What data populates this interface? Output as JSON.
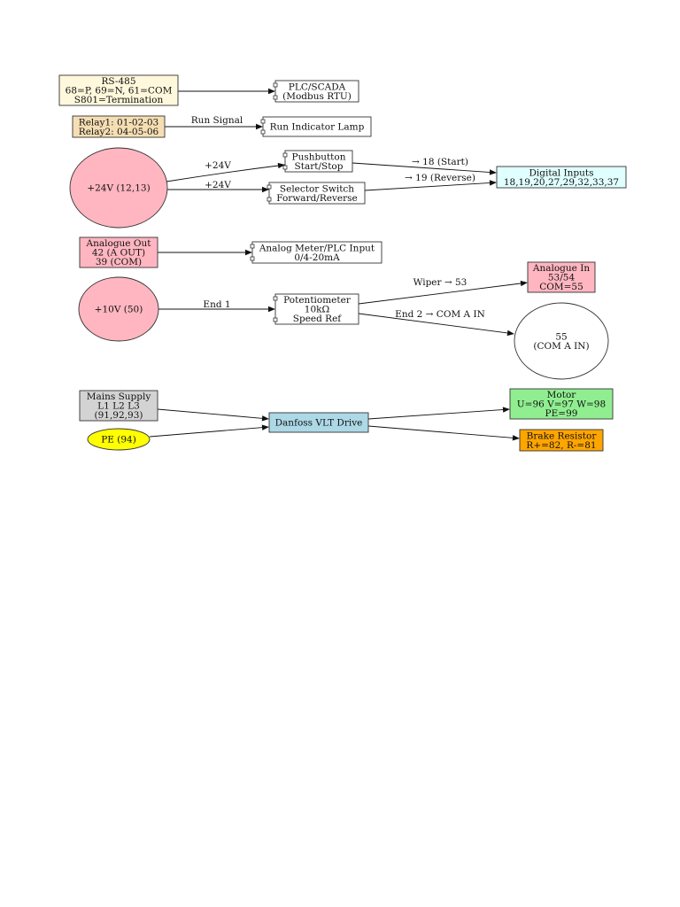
{
  "diagram": {
    "nodes": {
      "rs485": {
        "lines": [
          "RS-485",
          "68=P, 69=N, 61=COM",
          "S801=Termination"
        ],
        "fill": "#fff8dc"
      },
      "plc_scada": {
        "lines": [
          "PLC/SCADA",
          "(Modbus RTU)"
        ],
        "fill": "#ffffff"
      },
      "relays": {
        "lines": [
          "Relay1: 01-02-03",
          "Relay2: 04-05-06"
        ],
        "fill": "#f5deb3"
      },
      "run_lamp": {
        "lines": [
          "Run Indicator Lamp"
        ],
        "fill": "#ffffff"
      },
      "supply_24v": {
        "lines": [
          "+24V (12,13)"
        ],
        "fill": "#ffb6c1"
      },
      "pushbutton": {
        "lines": [
          "Pushbutton",
          "Start/Stop"
        ],
        "fill": "#ffffff"
      },
      "selector": {
        "lines": [
          "Selector Switch",
          "Forward/Reverse"
        ],
        "fill": "#ffffff"
      },
      "digital_inputs": {
        "lines": [
          "Digital Inputs",
          "18,19,20,27,29,32,33,37"
        ],
        "fill": "#e0ffff"
      },
      "analogue_out": {
        "lines": [
          "Analogue Out",
          "42 (A OUT)",
          "39 (COM)"
        ],
        "fill": "#ffb6c1"
      },
      "analog_meter": {
        "lines": [
          "Analog Meter/PLC Input",
          "0/4-20mA"
        ],
        "fill": "#ffffff"
      },
      "supply_10v": {
        "lines": [
          "+10V (50)"
        ],
        "fill": "#ffb6c1"
      },
      "potentiometer": {
        "lines": [
          "Potentiometer",
          "10kΩ",
          "Speed Ref"
        ],
        "fill": "#ffffff"
      },
      "analogue_in": {
        "lines": [
          "Analogue In",
          "53/54",
          "COM=55"
        ],
        "fill": "#ffb6c1"
      },
      "com_a_in": {
        "lines": [
          "55",
          "(COM A IN)"
        ],
        "fill": "#ffffff"
      },
      "mains": {
        "lines": [
          "Mains Supply",
          "L1 L2 L3",
          "(91,92,93)"
        ],
        "fill": "#d3d3d3"
      },
      "pe": {
        "lines": [
          "PE (94)"
        ],
        "fill": "#ffff00"
      },
      "drive": {
        "lines": [
          "Danfoss VLT Drive"
        ],
        "fill": "#add8e6"
      },
      "motor": {
        "lines": [
          "Motor",
          "U=96 V=97 W=98",
          "PE=99"
        ],
        "fill": "#90ee90"
      },
      "brake": {
        "lines": [
          "Brake Resistor",
          "R+=82, R-=81"
        ],
        "fill": "#ffa500"
      }
    },
    "edges": {
      "rs485_plc": {
        "label": ""
      },
      "relay_lamp": {
        "label": "Run Signal"
      },
      "v24_push": {
        "label": "+24V"
      },
      "v24_sel": {
        "label": "+24V"
      },
      "push_di": {
        "label": "→ 18 (Start)"
      },
      "sel_di": {
        "label": "→ 19 (Reverse)"
      },
      "aout_meter": {
        "label": ""
      },
      "v10_pot": {
        "label": "End 1"
      },
      "pot_ain": {
        "label": "Wiper → 53"
      },
      "pot_com": {
        "label": "End 2 → COM A IN"
      },
      "mains_drive": {
        "label": ""
      },
      "pe_drive": {
        "label": ""
      },
      "drive_motor": {
        "label": ""
      },
      "drive_brake": {
        "label": ""
      }
    }
  }
}
